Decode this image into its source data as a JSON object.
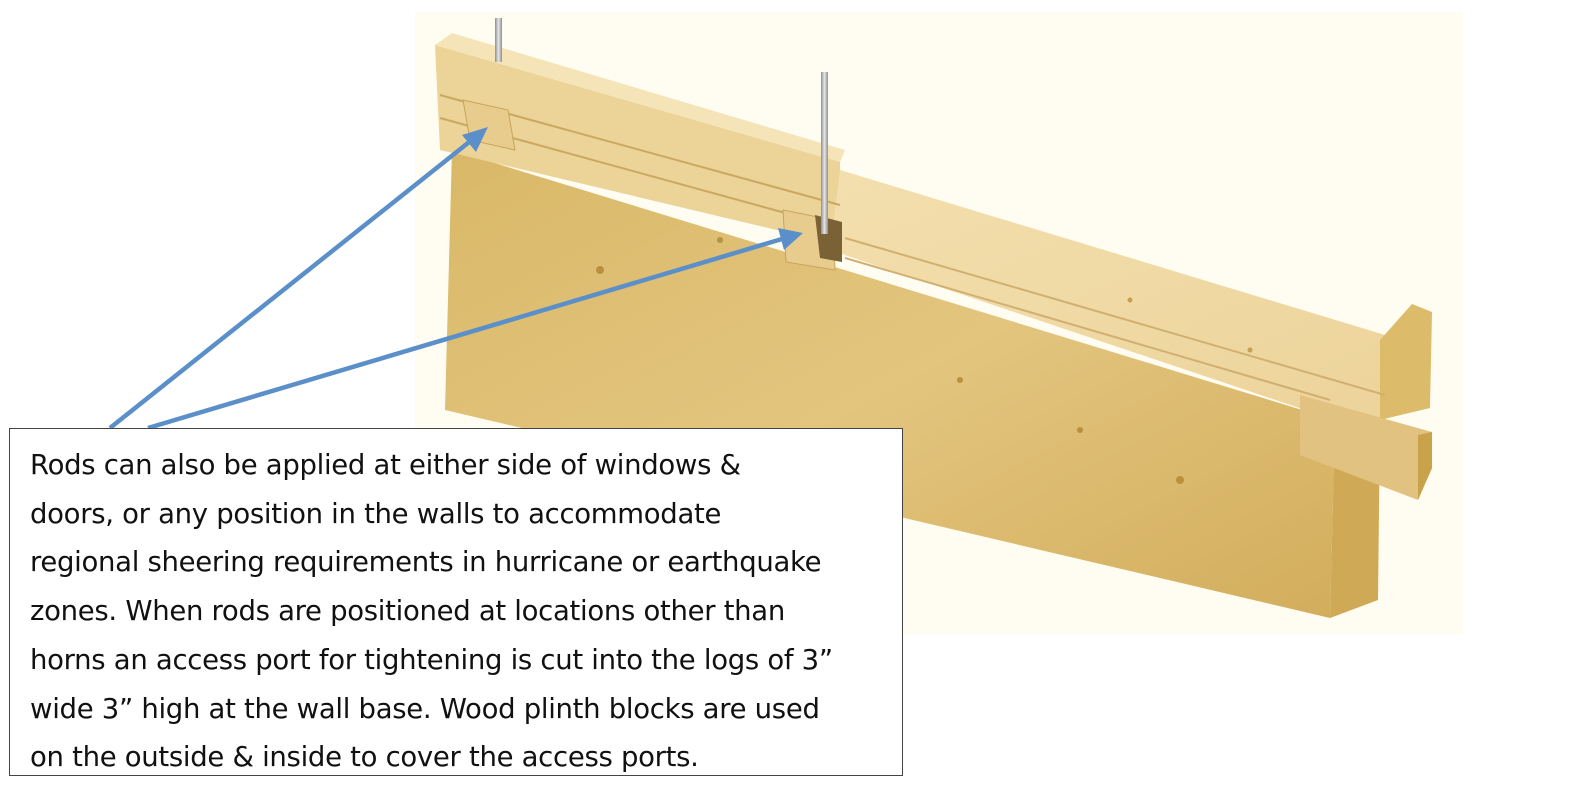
{
  "callout": {
    "lines": [
      "Rods can also be applied at either side of windows &",
      "doors, or any position in the walls to accommodate",
      "regional sheering requirements in hurricane or earthquake",
      "zones. When rods are positioned at locations other than",
      "horns an access port for tightening is cut into the logs of 3”",
      "wide 3” high at the wall base. Wood plinth blocks are used",
      "on the outside & inside to cover the access ports."
    ]
  },
  "colors": {
    "arrow": "#5b8fc9",
    "wood_light": "#f0d9a4",
    "wood_mid": "#e3c27a",
    "wood_dark": "#c9a24c",
    "rod": "#b8b8b8",
    "background_panel": "#fffdf1"
  }
}
